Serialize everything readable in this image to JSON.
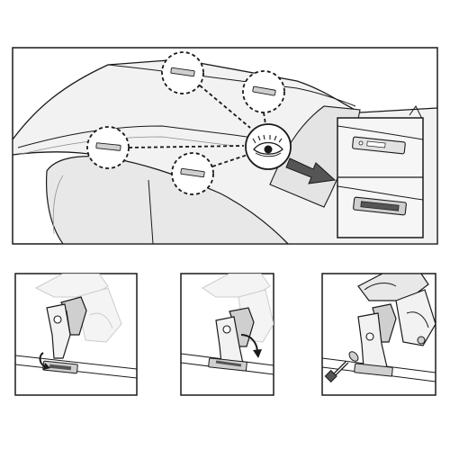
{
  "figure": {
    "panels": [
      {
        "id": "overview",
        "icons": [
          "eye-icon",
          "arrow-icon"
        ]
      },
      {
        "id": "step-1",
        "icons": [
          "rotate-arrow-icon"
        ]
      },
      {
        "id": "step-2",
        "icons": [
          "rotate-arrow-icon"
        ]
      },
      {
        "id": "step-3",
        "icons": [
          "bolt-icon"
        ]
      }
    ],
    "colors": {
      "ink": "#1a1a1a",
      "body": "#f2f2f2",
      "shade": "#cfcfcf",
      "metal": "#bdbdbd",
      "faded": "#d9d9d9"
    }
  }
}
